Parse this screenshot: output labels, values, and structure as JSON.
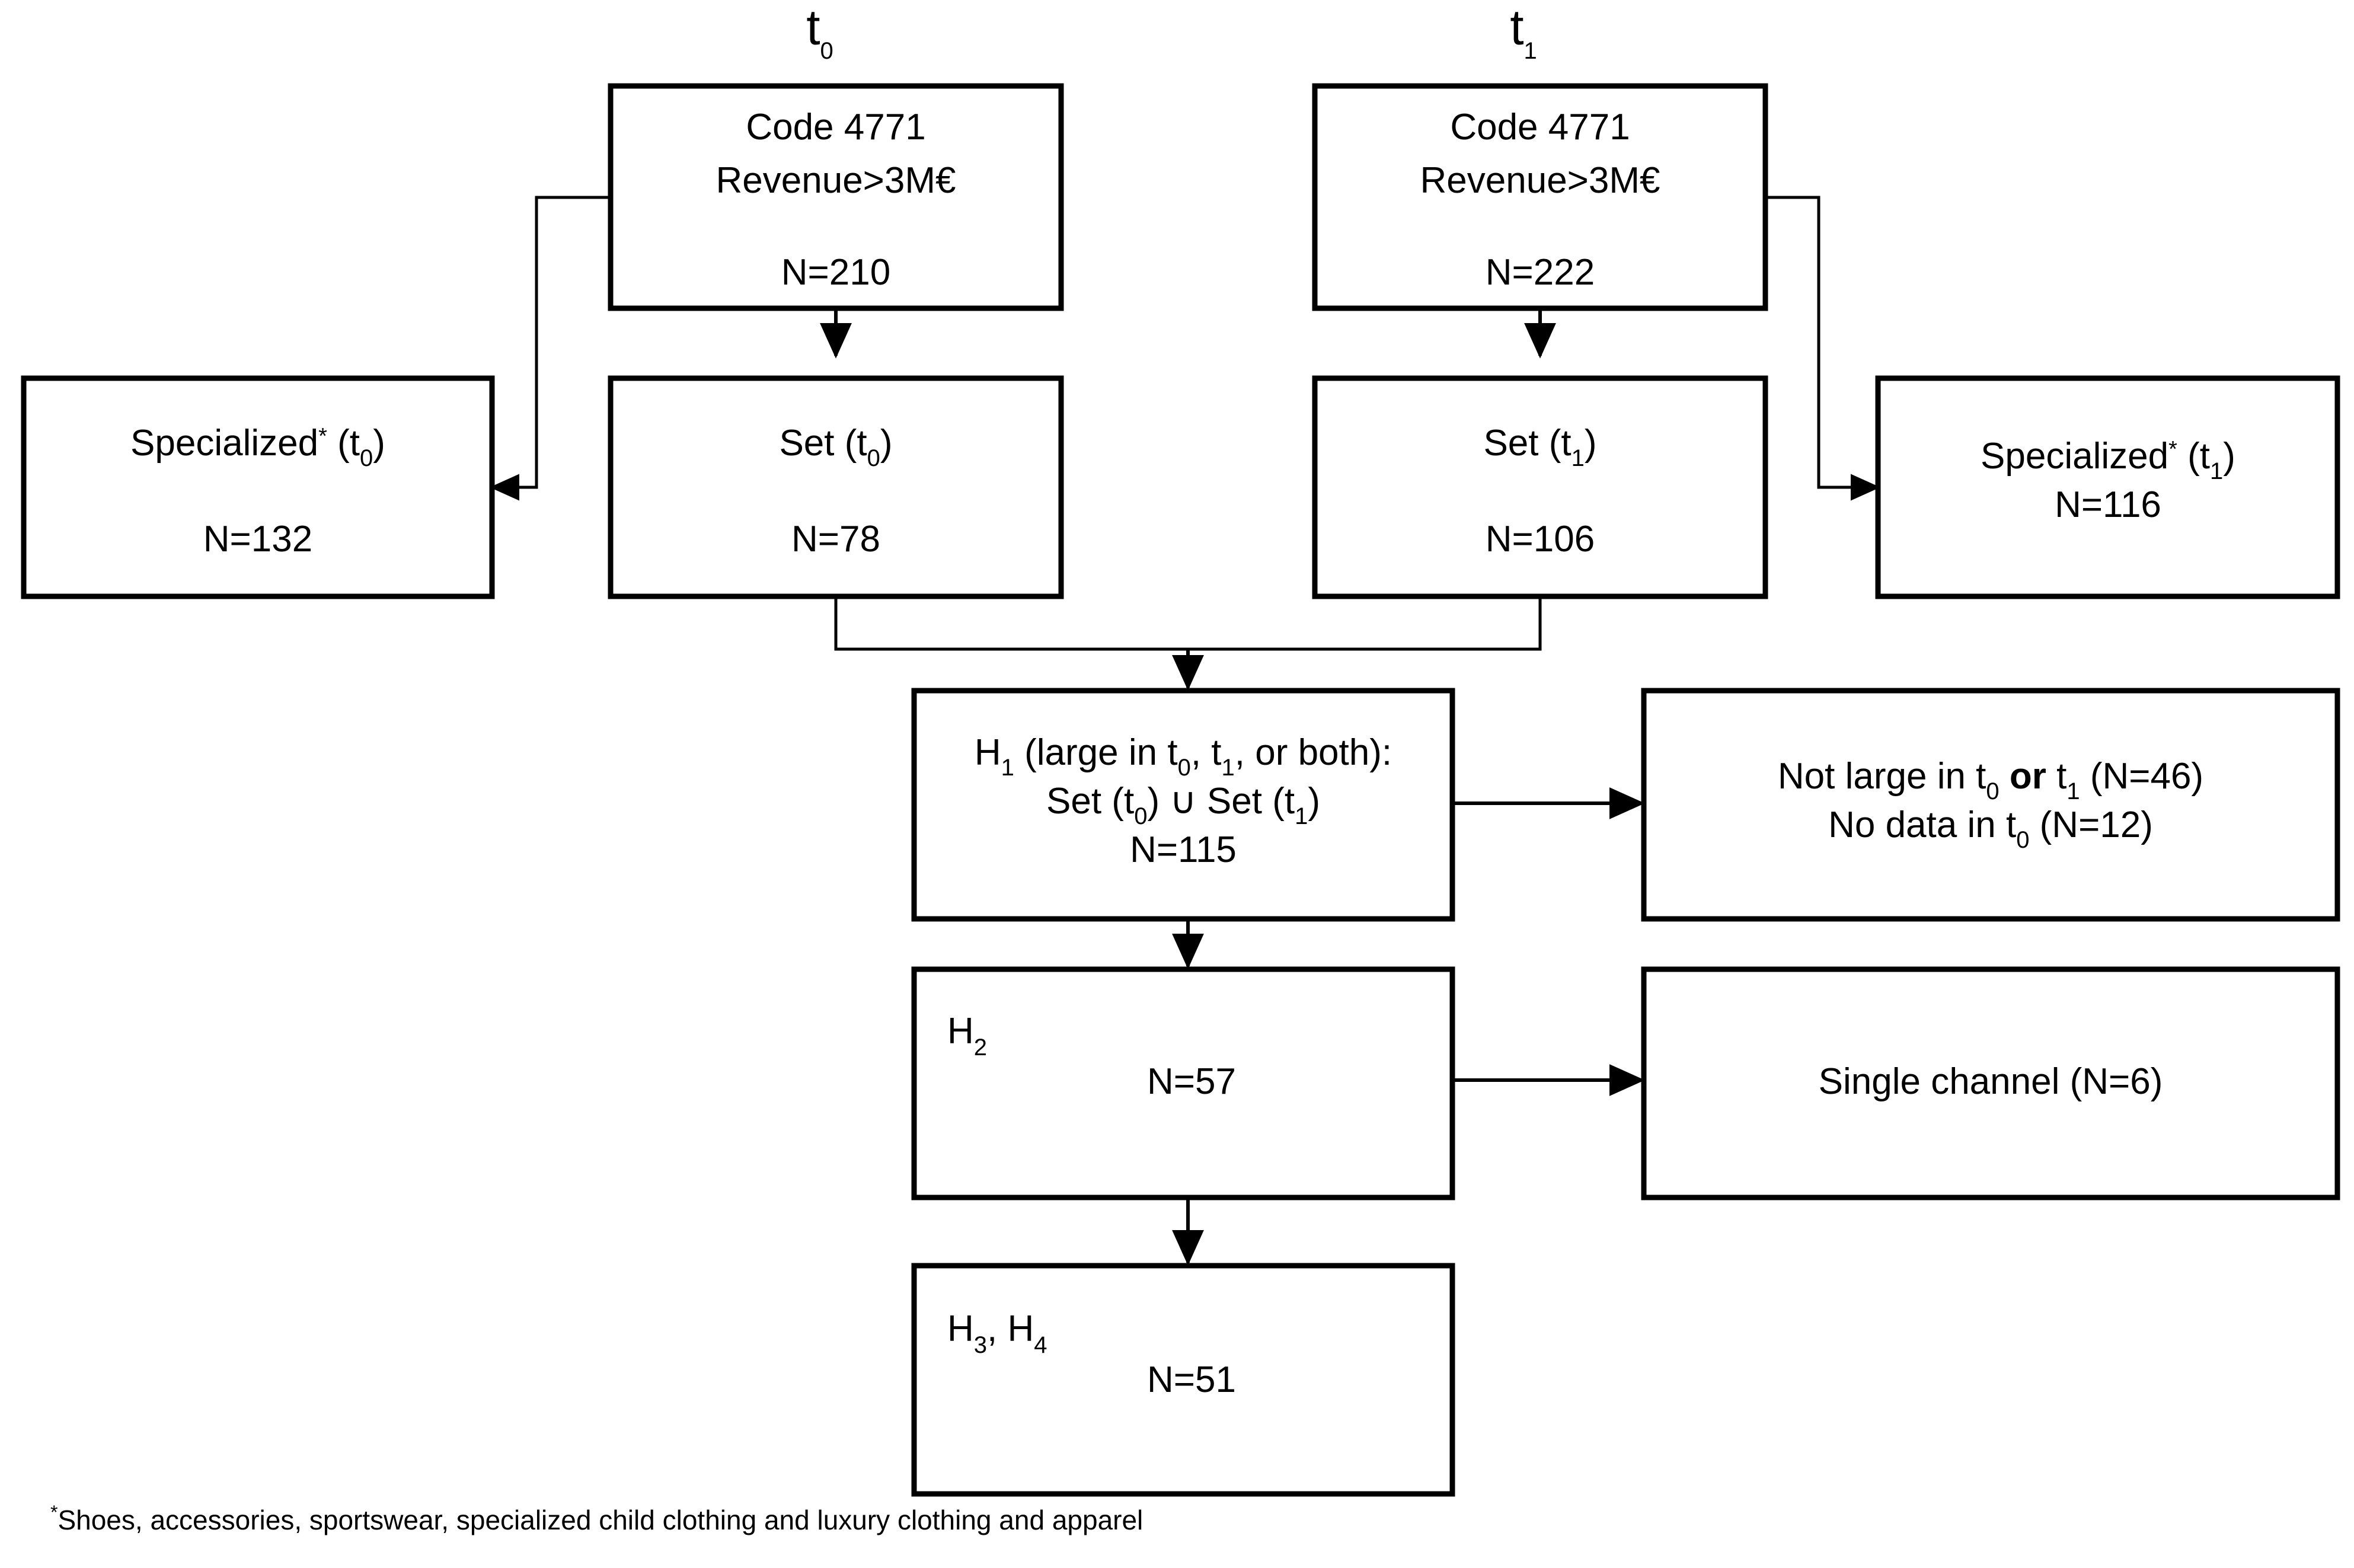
{
  "diagram": {
    "title_t0": "t",
    "title_t0_sub": "0",
    "title_t1": "t",
    "title_t1_sub": "1",
    "boxes": {
      "code_t0": {
        "line1": "Code 4771",
        "line2": "Revenue>3M€",
        "line3": "N=210"
      },
      "code_t1": {
        "line1": "Code 4771",
        "line2": "Revenue>3M€",
        "line3": "N=222"
      },
      "specialized_t0": {
        "label": "Specialized",
        "star": "*",
        "paren_open": " (t",
        "sub": "0",
        "paren_close": ")",
        "n": "N=132"
      },
      "specialized_t1": {
        "label": "Specialized",
        "star": "*",
        "paren_open": " (t",
        "sub": "1",
        "paren_close": ")",
        "n": "N=116"
      },
      "set_t0": {
        "label": "Set (t",
        "sub": "0",
        "paren_close": ")",
        "n": "N=78"
      },
      "set_t1": {
        "label": "Set (t",
        "sub": "1",
        "paren_close": ")",
        "n": "N=106"
      },
      "h1": {
        "l1_a": "H",
        "l1_sub": "1",
        "l1_b": " (large in t",
        "l1_sub2": "0",
        "l1_c": ", t",
        "l1_sub3": "1",
        "l1_d": ", or both):",
        "l2_a": "Set (t",
        "l2_sub": "0",
        "l2_b": ") ∪ Set (t",
        "l2_sub2": "1",
        "l2_c": ")",
        "l3": "N=115"
      },
      "excluded_h1": {
        "l1_a": "Not large in t",
        "l1_sub": "0",
        "l1_or": " or ",
        "l1_b": "t",
        "l1_sub2": "1",
        "l1_c": " (N=46)",
        "l2_a": "No data in t",
        "l2_sub": "0",
        "l2_b": " (N=12)"
      },
      "h2": {
        "label": "H",
        "sub": "2",
        "n": "N=57"
      },
      "excluded_h2": {
        "text": "Single channel (N=6)"
      },
      "h34": {
        "label_a": "H",
        "sub_a": "3",
        "comma": ", ",
        "label_b": "H",
        "sub_b": "4",
        "n": "N=51"
      }
    },
    "footnote": {
      "star": "*",
      "text": "Shoes, accessories, sportswear, specialized child clothing and luxury clothing and apparel"
    },
    "colors": {
      "stroke": "#000000",
      "fill": "#ffffff"
    }
  }
}
